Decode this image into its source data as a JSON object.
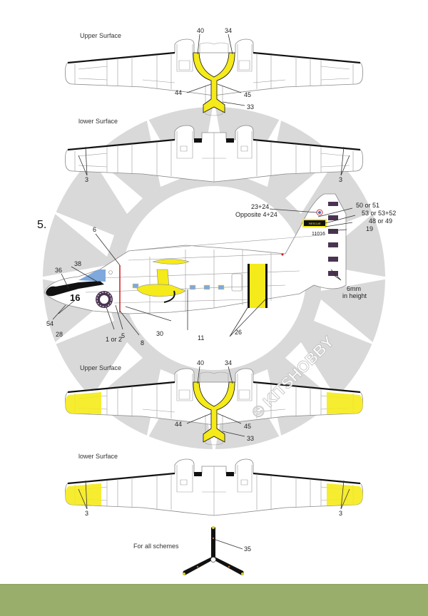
{
  "scheme_number": "5.",
  "colors": {
    "yellow": "#f5ea1a",
    "black": "#111111",
    "stripe_purple": "#4a3352",
    "roundel_purple": "#4a3352",
    "window_blue": "#7fa8dc",
    "red_line": "#d11a1a",
    "background_sun": "#d9d9d9",
    "footer_green": "#9aae6c"
  },
  "views": [
    {
      "title": "Upper Surface",
      "yellow_tips": false,
      "callouts": [
        "40",
        "34",
        "44",
        "45",
        "33"
      ]
    },
    {
      "title": "lower Surface",
      "yellow_tips": false,
      "callouts": [
        "3",
        "3"
      ]
    },
    {
      "title": "Upper Surface",
      "yellow_tips": true,
      "callouts": [
        "40",
        "34",
        "44",
        "45",
        "33"
      ]
    },
    {
      "title": "lower Surface",
      "yellow_tips": true,
      "callouts": [
        "3",
        "3"
      ]
    }
  ],
  "side_view": {
    "nose_number": "16",
    "tail_serial": "11016",
    "tail_band_text": "RESCUE",
    "callouts": {
      "c6": "6",
      "c38": "38",
      "c36": "36",
      "c54": "54",
      "c28": "28",
      "c1or2": "1 or 2",
      "c5": "5",
      "c8": "8",
      "c30": "30",
      "c11": "11",
      "c26": "26",
      "c2324": "23+24",
      "c_opp": "Opposite 4+24",
      "c5051": "50 or 51",
      "c53": "53 or 53+52",
      "c4849": "48 or 49",
      "c19": "19",
      "c6mm_a": "6mm",
      "c6mm_b": "in height"
    }
  },
  "propeller": {
    "title": "For all schemes",
    "callout": "35"
  },
  "watermark": "© KITSHOBBY"
}
